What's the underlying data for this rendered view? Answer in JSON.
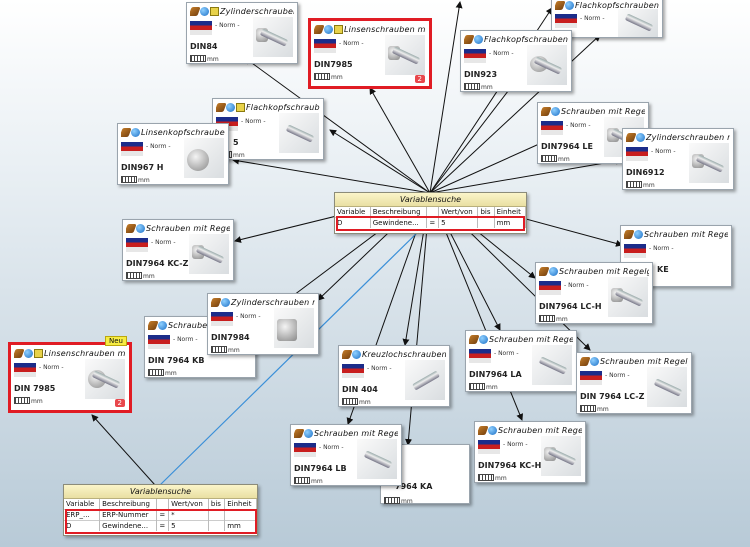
{
  "colors": {
    "highlight": "#e01c24",
    "search_header": "#f2ead0",
    "new_badge": "#f7ec42",
    "count_badge": "#e8474c"
  },
  "nodes": [
    {
      "id": "n1",
      "title": "Zylinderschrauben ...",
      "norm": "- Norm -",
      "code": "DIN84",
      "unit": "mm"
    },
    {
      "id": "n2",
      "title": "Linsenschrauben mi...",
      "norm": "- Norm -",
      "code": "DIN7985",
      "unit": "mm",
      "count": "2"
    },
    {
      "id": "n3",
      "title": "Flachkopfschrauben ...",
      "norm": "- Norm -",
      "code": "",
      "unit": ""
    },
    {
      "id": "n4",
      "title": "Flachkopfschrauben ...",
      "norm": "- Norm -",
      "code": "DIN923",
      "unit": "mm"
    },
    {
      "id": "n5",
      "title": "Flachkopfschraube...",
      "norm": "- Norm -",
      "code": "5",
      "unit": "mm"
    },
    {
      "id": "n6",
      "title": "Linsenkopfschrauben ...",
      "norm": "- Norm -",
      "code": "DIN967 H",
      "unit": "mm"
    },
    {
      "id": "n7",
      "title": "Schrauben mit Regelg...",
      "norm": "- Norm -",
      "code": "DIN7964 LE",
      "unit": "mm"
    },
    {
      "id": "n8",
      "title": "Zylinderschrauben mit...",
      "norm": "- Norm -",
      "code": "DIN6912",
      "unit": "mm"
    },
    {
      "id": "n9",
      "title": "Schrauben mit Regelg...",
      "norm": "- Norm -",
      "code": "DIN7964 KC-Z",
      "unit": "mm"
    },
    {
      "id": "n10",
      "title": "Schrauben mit Regelg...",
      "norm": "- Norm -",
      "code": "KE",
      "unit": "mm"
    },
    {
      "id": "n11",
      "title": "Schrauben mit Regelg...",
      "norm": "- Norm -",
      "code": "DIN7964 LC-H",
      "unit": "mm"
    },
    {
      "id": "n12",
      "title": "Schrauben mit",
      "norm": "- Norm -",
      "code": "DIN 7964 KB",
      "unit": "mm"
    },
    {
      "id": "n13",
      "title": "Zylinderschrauben mit...",
      "norm": "- Norm -",
      "code": "DIN7984",
      "unit": "mm"
    },
    {
      "id": "n14",
      "title": "Linsenschrauben mit...",
      "norm": "- Norm -",
      "code": "DIN 7985",
      "unit": "mm",
      "count": "2",
      "badge": "Neu"
    },
    {
      "id": "n15",
      "title": "Kreuzlochschrauben",
      "norm": "- Norm -",
      "code": "DIN 404",
      "unit": "mm"
    },
    {
      "id": "n16",
      "title": "Schrauben mit Regelg...",
      "norm": "- Norm -",
      "code": "DIN7964 LA",
      "unit": "mm"
    },
    {
      "id": "n17",
      "title": "Schrauben mit Regelg...",
      "norm": "- Norm -",
      "code": "DIN 7964 LC-Z",
      "unit": "mm"
    },
    {
      "id": "n18",
      "title": "Schrauben mit Regelg...",
      "norm": "- Norm -",
      "code": "DIN7964 LB",
      "unit": "mm"
    },
    {
      "id": "n19",
      "title": "Schrauben mit Regelg...",
      "norm": "- Norm -",
      "code": "DIN7964 KC-H",
      "unit": "mm"
    },
    {
      "id": "n20",
      "title": "",
      "norm": "",
      "code": "7964 KA",
      "unit": "mm"
    }
  ],
  "search_main": {
    "title": "Variablensuche",
    "headers": [
      "Variable",
      "Beschreibung",
      "Wert/von",
      "bis",
      "Einheit"
    ],
    "rows": [
      {
        "var": "D",
        "desc": "Gewindene...",
        "op": "=",
        "val": "5",
        "bis": "",
        "unit": "mm"
      }
    ]
  },
  "search_erp": {
    "title": "Variablensuche",
    "headers": [
      "Variable",
      "Beschreibung",
      "Wert/von",
      "bis",
      "Einheit"
    ],
    "rows": [
      {
        "var": "ERP_...",
        "desc": "ERP-Nummer",
        "op": "=",
        "val": "*",
        "bis": "",
        "unit": ""
      },
      {
        "var": "D",
        "desc": "Gewindene...",
        "op": "=",
        "val": "5",
        "bis": "",
        "unit": "mm"
      }
    ]
  }
}
